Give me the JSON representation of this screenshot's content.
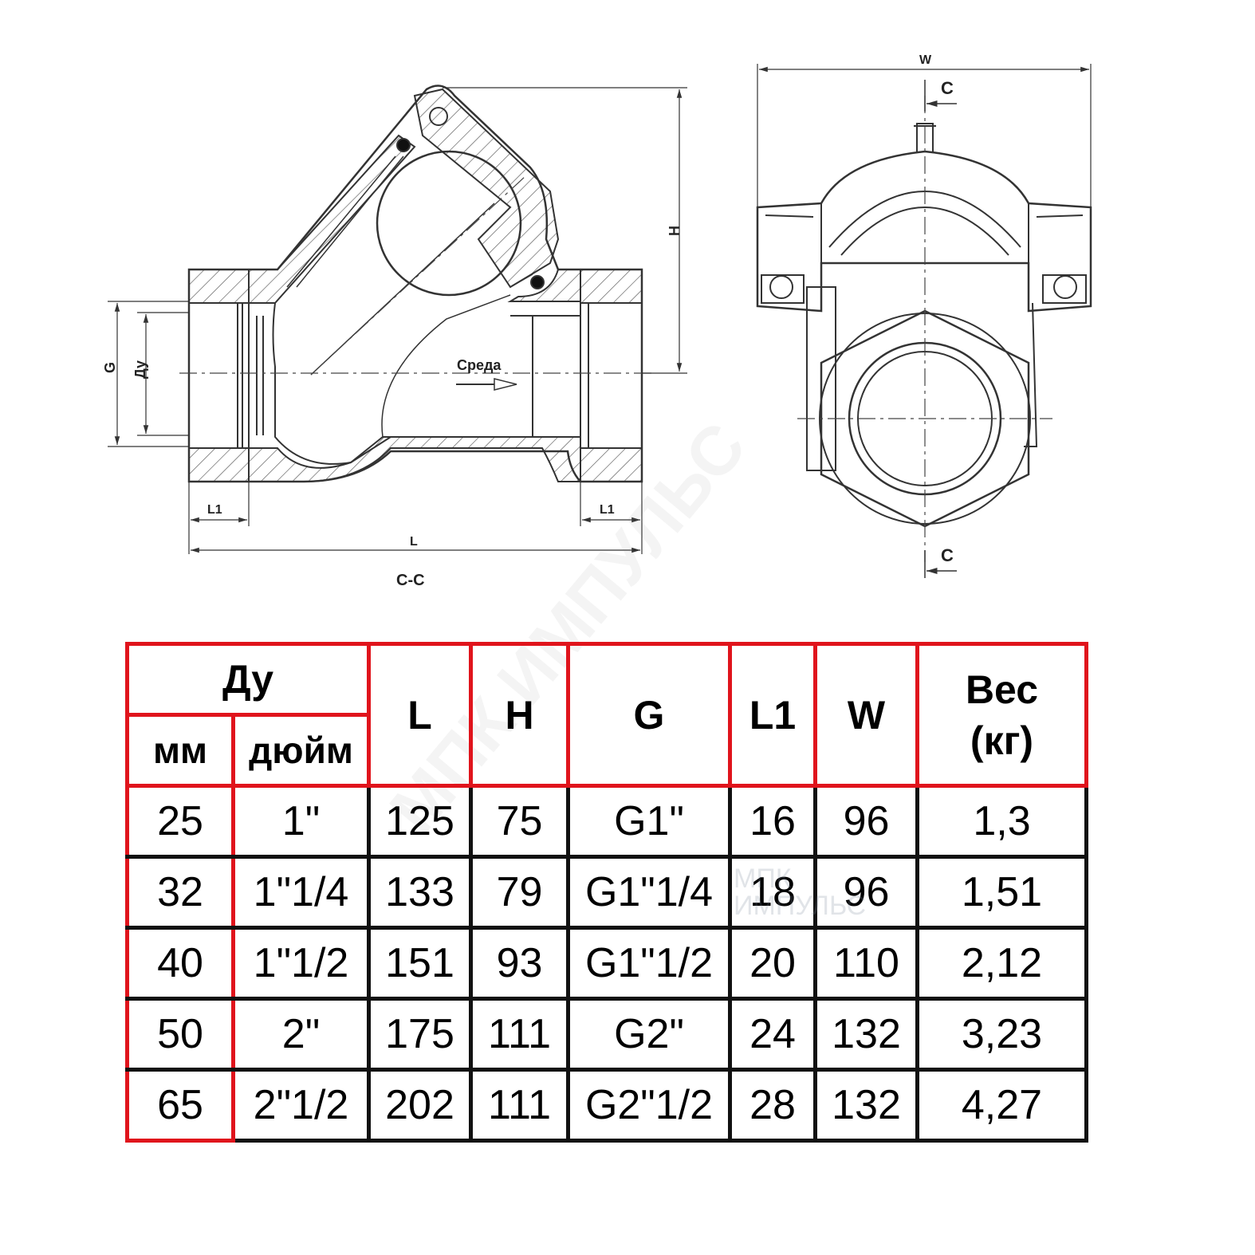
{
  "drawing": {
    "section_label": "C-C",
    "flow_label": "Среда",
    "dims": {
      "G": "G",
      "Du": "Ду",
      "H": "H",
      "L": "L",
      "L1_left": "L1",
      "L1_right": "L1",
      "W": "W",
      "C_top": "C",
      "C_bottom": "C"
    }
  },
  "table": {
    "head": {
      "du": "Ду",
      "mm": "мм",
      "inch": "дюйм",
      "L": "L",
      "H": "H",
      "G": "G",
      "L1": "L1",
      "W": "W",
      "weight_1": "Вес",
      "weight_2": "(кг)"
    },
    "rows": [
      {
        "mm": "25",
        "inch": "1\"",
        "L": "125",
        "H": "75",
        "G": "G1\"",
        "L1": "16",
        "W": "96",
        "weight": "1,3"
      },
      {
        "mm": "32",
        "inch": "1\"1/4",
        "L": "133",
        "H": "79",
        "G": "G1\"1/4",
        "L1": "18",
        "W": "96",
        "weight": "1,51"
      },
      {
        "mm": "40",
        "inch": "1\"1/2",
        "L": "151",
        "H": "93",
        "G": "G1\"1/2",
        "L1": "20",
        "W": "110",
        "weight": "2,12"
      },
      {
        "mm": "50",
        "inch": "2\"",
        "L": "175",
        "H": "111",
        "G": "G2\"",
        "L1": "24",
        "W": "132",
        "weight": "3,23"
      },
      {
        "mm": "65",
        "inch": "2\"1/2",
        "L": "202",
        "H": "111",
        "G": "G2\"1/2",
        "L1": "28",
        "W": "132",
        "weight": "4,27"
      }
    ]
  },
  "watermark": {
    "diagonal": "МПК ИМПУЛЬС",
    "logo_line1": "МПК",
    "logo_line2": "ИМПУЛЬС"
  }
}
